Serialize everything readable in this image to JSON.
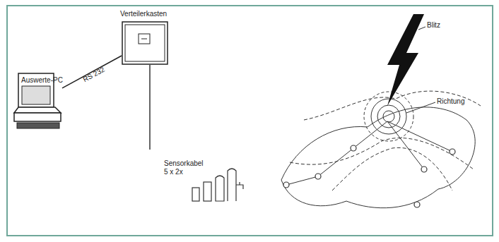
{
  "diagram": {
    "nodes": [
      {
        "text": [
          "Auswerte-PC"
        ]
      },
      {
        "text": [
          "Verteilerkasten"
        ]
      }
    ],
    "edges": [
      {
        "from": 0,
        "to": 1,
        "label": "RS 232",
        "arrow": "none"
      }
    ],
    "labels": [
      "Sensorkabel",
      "5 x 2x",
      "Blitz",
      "Richtung"
    ]
  }
}
